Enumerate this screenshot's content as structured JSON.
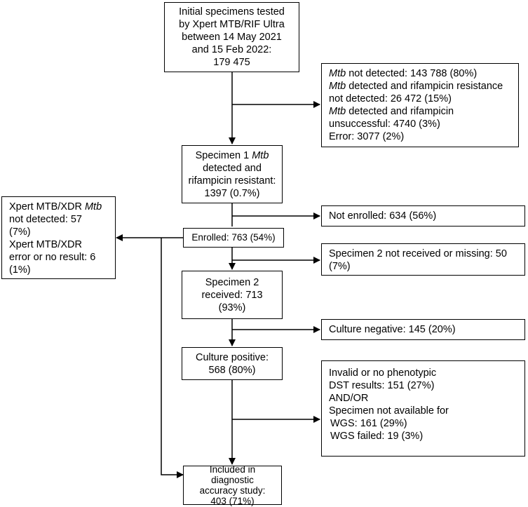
{
  "boxes": {
    "initial": [
      "Initial specimens tested",
      "by Xpert MTB/RIF Ultra",
      "between 14 May 2021",
      "and 15 Feb 2022:",
      "179 475"
    ],
    "excluded1": {
      "l1": {
        "em": "Mtb",
        "rest": " not detected: 143 788 (80%)"
      },
      "l2": {
        "em": "Mtb",
        "rest": " detected and rifampicin resistance"
      },
      "l3": "not detected: 26 472 (15%)",
      "l4": {
        "em": "Mtb",
        "rest": " detected and rifampicin"
      },
      "l5": "unsuccessful: 4740 (3%)",
      "l6": "Error: 3077 (2%)"
    },
    "specimen1": {
      "l1": {
        "pre": "Specimen 1 ",
        "em": "Mtb"
      },
      "l2": "detected and",
      "l3": "rifampicin resistant:",
      "l4": "1397 (0.7%)"
    },
    "not_enrolled": "Not enrolled: 634 (56%)",
    "enrolled": "Enrolled: 763 (54%)",
    "xdr": {
      "l1": {
        "pre": "Xpert MTB/XDR ",
        "em": "Mtb"
      },
      "l2": "not detected: 57",
      "l3": "(7%)",
      "l4": "Xpert MTB/XDR",
      "l5": "error or no result: 6",
      "l6": "(1%)"
    },
    "spec2_missing": [
      "Specimen 2 not received or missing: 50",
      "(7%)"
    ],
    "spec2_received": [
      "Specimen 2",
      "received: 713",
      "(93%)"
    ],
    "culture_negative": "Culture negative: 145 (20%)",
    "culture_positive": [
      "Culture positive:",
      "568 (80%)"
    ],
    "invalid": [
      "Invalid or no phenotypic",
      "DST results: 151 (27%)",
      "AND/OR",
      "Specimen not available for",
      "WGS: 161 (29%)",
      "WGS failed: 19 (3%)"
    ],
    "included": [
      "Included in",
      "diagnostic",
      "accuracy study:",
      "403 (71%)"
    ]
  }
}
